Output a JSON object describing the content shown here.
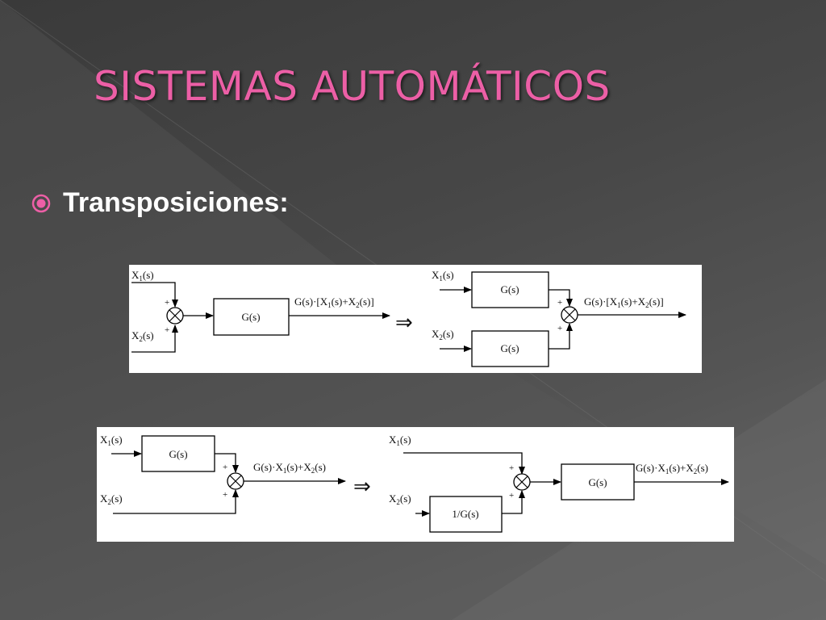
{
  "slide": {
    "title": "SISTEMAS AUTOMÁTICOS",
    "bullet": "Transposiciones:",
    "colors": {
      "title": "#ec5fa6",
      "bullet_icon": "#ec5fa6",
      "text": "#ffffff"
    }
  },
  "diagram1": {
    "input1_label": "X1(s)",
    "input2_label": "X2(s)",
    "plus": "+",
    "block": "G(s)",
    "output": "G(s)·[X1(s)+X2(s)]",
    "implies": "⇒",
    "r_input1_label": "X1(s)",
    "r_input2_label": "X2(s)",
    "r_block_top": "G(s)",
    "r_block_bottom": "G(s)",
    "r_output": "G(s)·[X1(s)+X2(s)]"
  },
  "diagram2": {
    "input1_label": "X1(s)",
    "input2_label": "X2(s)",
    "plus": "+",
    "block": "G(s)",
    "output": "G(s)·X1(s)+X2(s)",
    "implies": "⇒",
    "r_input1_label": "X1(s)",
    "r_input2_label": "X2(s)",
    "r_block_inverse": "1/G(s)",
    "r_block": "G(s)",
    "r_output": "G(s)·X1(s)+X2(s)"
  }
}
